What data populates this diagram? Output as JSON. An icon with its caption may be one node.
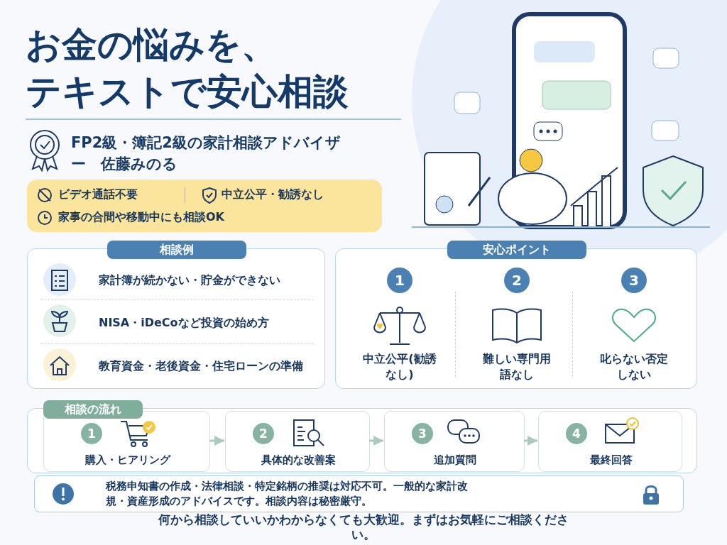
{
  "diagram": {
    "title": "お金の悩みを、テキストで安心相談",
    "nodes": [
      {
        "text": [
          "ビデオ通話不要",
          "中立公平・勧誘なし",
          "家事の合間や移動中にも相談OK"
        ]
      },
      {
        "text": [
          "相談例"
        ]
      },
      {
        "text": [
          "家計簿が続かない・貯金ができない"
        ],
        "in": 1
      },
      {
        "text": [
          "NISA・iDeCoなど投資の始め方"
        ],
        "in": 1
      },
      {
        "text": [
          "教育資金・老後資金・住宅ローンの準備"
        ],
        "in": 1
      },
      {
        "text": [
          "安心ポイント"
        ]
      },
      {
        "text": [
          "1",
          "中立公平(勧誘なし)"
        ],
        "in": 5
      },
      {
        "text": [
          "2",
          "難しい専門用語なし"
        ],
        "in": 5
      },
      {
        "text": [
          "3",
          "叱らない否定しない"
        ],
        "in": 5
      },
      {
        "text": [
          "相談の流れ"
        ]
      },
      {
        "text": [
          "1",
          "購入・ヒアリング"
        ],
        "in": 9
      },
      {
        "text": [
          "2",
          "具体的な改善案"
        ],
        "in": 9
      },
      {
        "text": [
          "3",
          "追加質問"
        ],
        "in": 9
      },
      {
        "text": [
          "4",
          "最終回答"
        ],
        "in": 9
      },
      {
        "text": [
          "税務申知書の作成・法律相談・特定銘柄の推奨は対応不可。一般的な家計改規・資産形成のアドバイスです。相談内容は秘密厳守。"
        ]
      }
    ],
    "edges": [
      {
        "from": 10,
        "to": 11,
        "arrow": "to"
      },
      {
        "from": 11,
        "to": 12,
        "arrow": "to"
      },
      {
        "from": 12,
        "to": 13,
        "arrow": "to"
      }
    ],
    "labels": [
      "FP2級・簿記2級の家計相談アドバイザー　佐藤みのる",
      "何から相談していいかわからなくても大歓迎。まずはお気軽にご相談ください。"
    ]
  }
}
